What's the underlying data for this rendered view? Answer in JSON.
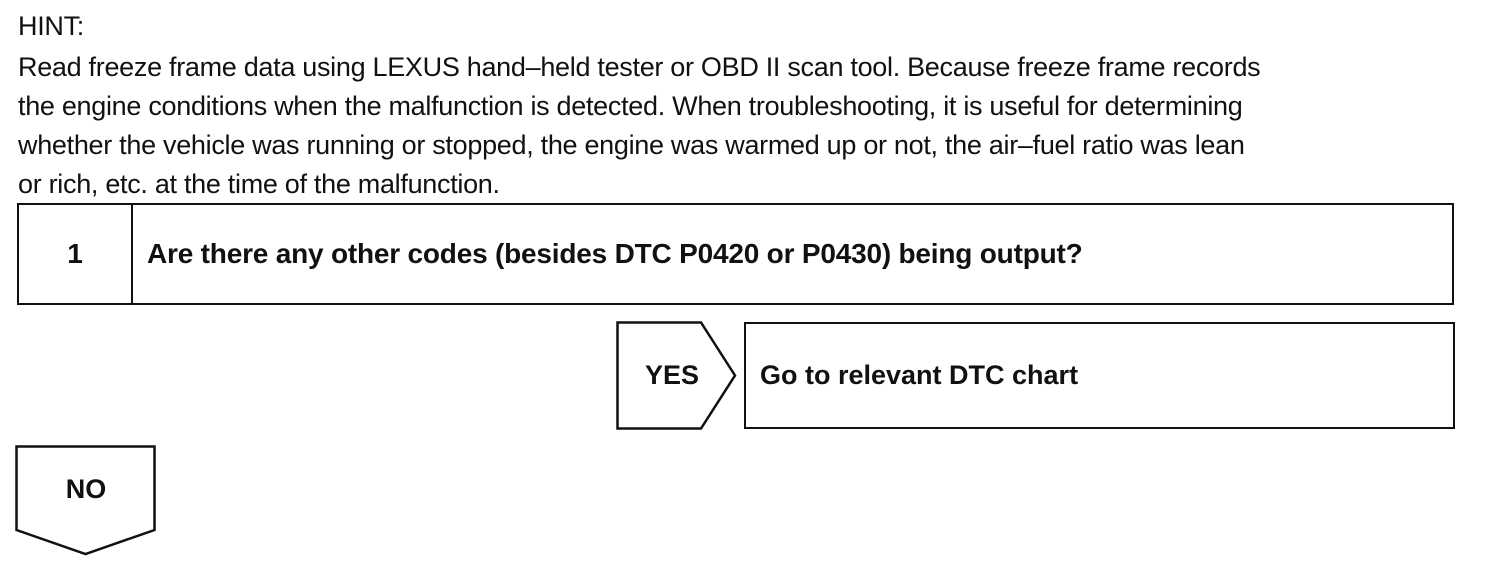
{
  "hint": {
    "label": "HINT:",
    "lines": [
      "Read freeze frame data using LEXUS hand–held tester or OBD II scan tool. Because freeze frame records",
      "the engine conditions when the malfunction is detected. When troubleshooting, it is useful for determining",
      "whether the vehicle was running or stopped, the engine was warmed up or not, the air–fuel ratio was lean",
      "or rich, etc. at the time of the malfunction."
    ]
  },
  "step": {
    "number": "1",
    "question": "Are there any other codes (besides DTC P0420 or P0430) being output?"
  },
  "yes_branch": {
    "label": "YES",
    "result": "Go to relevant DTC chart"
  },
  "no_branch": {
    "label": "NO"
  }
}
